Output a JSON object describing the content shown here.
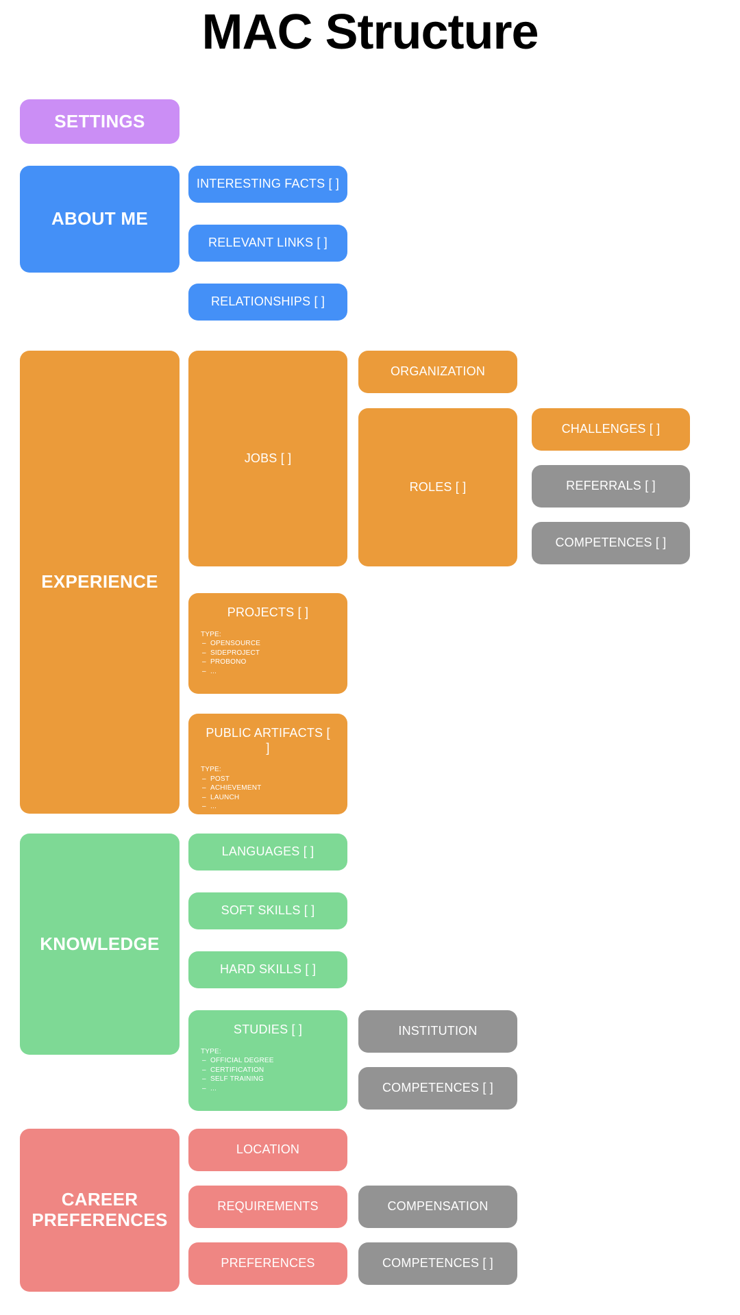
{
  "page": {
    "title": "MAC Structure",
    "background": "#ffffff"
  },
  "colors": {
    "purple": "#cb8ef5",
    "blue": "#4490f7",
    "orange": "#eb9b3a",
    "green": "#7ed995",
    "red": "#ef8683",
    "gray": "#939393",
    "text": "#ffffff",
    "title": "#000000"
  },
  "settings": {
    "label": "SETTINGS"
  },
  "about_me": {
    "label": "ABOUT ME",
    "children": [
      {
        "label": "INTERESTING FACTS [ ]"
      },
      {
        "label": "RELEVANT LINKS [ ]"
      },
      {
        "label": "RELATIONSHIPS [ ]"
      }
    ]
  },
  "experience": {
    "label": "EXPERIENCE",
    "jobs": {
      "label": "JOBS [ ]"
    },
    "organization": {
      "label": "ORGANIZATION"
    },
    "roles": {
      "label": "ROLES [ ]"
    },
    "challenges": {
      "label": "CHALLENGES [ ]"
    },
    "referrals": {
      "label": "REFERRALS [ ]"
    },
    "competences": {
      "label": "COMPETENCES [ ]"
    },
    "projects": {
      "label": "PROJECTS [ ]",
      "type_header": "TYPE:",
      "types": [
        "OPENSOURCE",
        "SIDEPROJECT",
        "PROBONO",
        "..."
      ]
    },
    "public_artifacts": {
      "label": "PUBLIC ARTIFACTS [ ]",
      "type_header": "TYPE:",
      "types": [
        "POST",
        "ACHIEVEMENT",
        "LAUNCH",
        "..."
      ]
    }
  },
  "knowledge": {
    "label": "KNOWLEDGE",
    "languages": {
      "label": "LANGUAGES [ ]"
    },
    "soft_skills": {
      "label": "SOFT SKILLS [ ]"
    },
    "hard_skills": {
      "label": "HARD SKILLS [ ]"
    },
    "studies": {
      "label": "STUDIES [ ]",
      "type_header": "TYPE:",
      "types": [
        "OFFICIAL DEGREE",
        "CERTIFICATION",
        "SELF TRAINING",
        "..."
      ]
    },
    "institution": {
      "label": "INSTITUTION"
    },
    "competences": {
      "label": "COMPETENCES [ ]"
    }
  },
  "career_preferences": {
    "label": "CAREER\nPREFERENCES",
    "label_line1": "CAREER",
    "label_line2": "PREFERENCES",
    "location": {
      "label": "LOCATION"
    },
    "requirements": {
      "label": "REQUIREMENTS"
    },
    "preferences": {
      "label": "PREFERENCES"
    },
    "compensation": {
      "label": "COMPENSATION"
    },
    "competences": {
      "label": "COMPETENCES [ ]"
    }
  }
}
